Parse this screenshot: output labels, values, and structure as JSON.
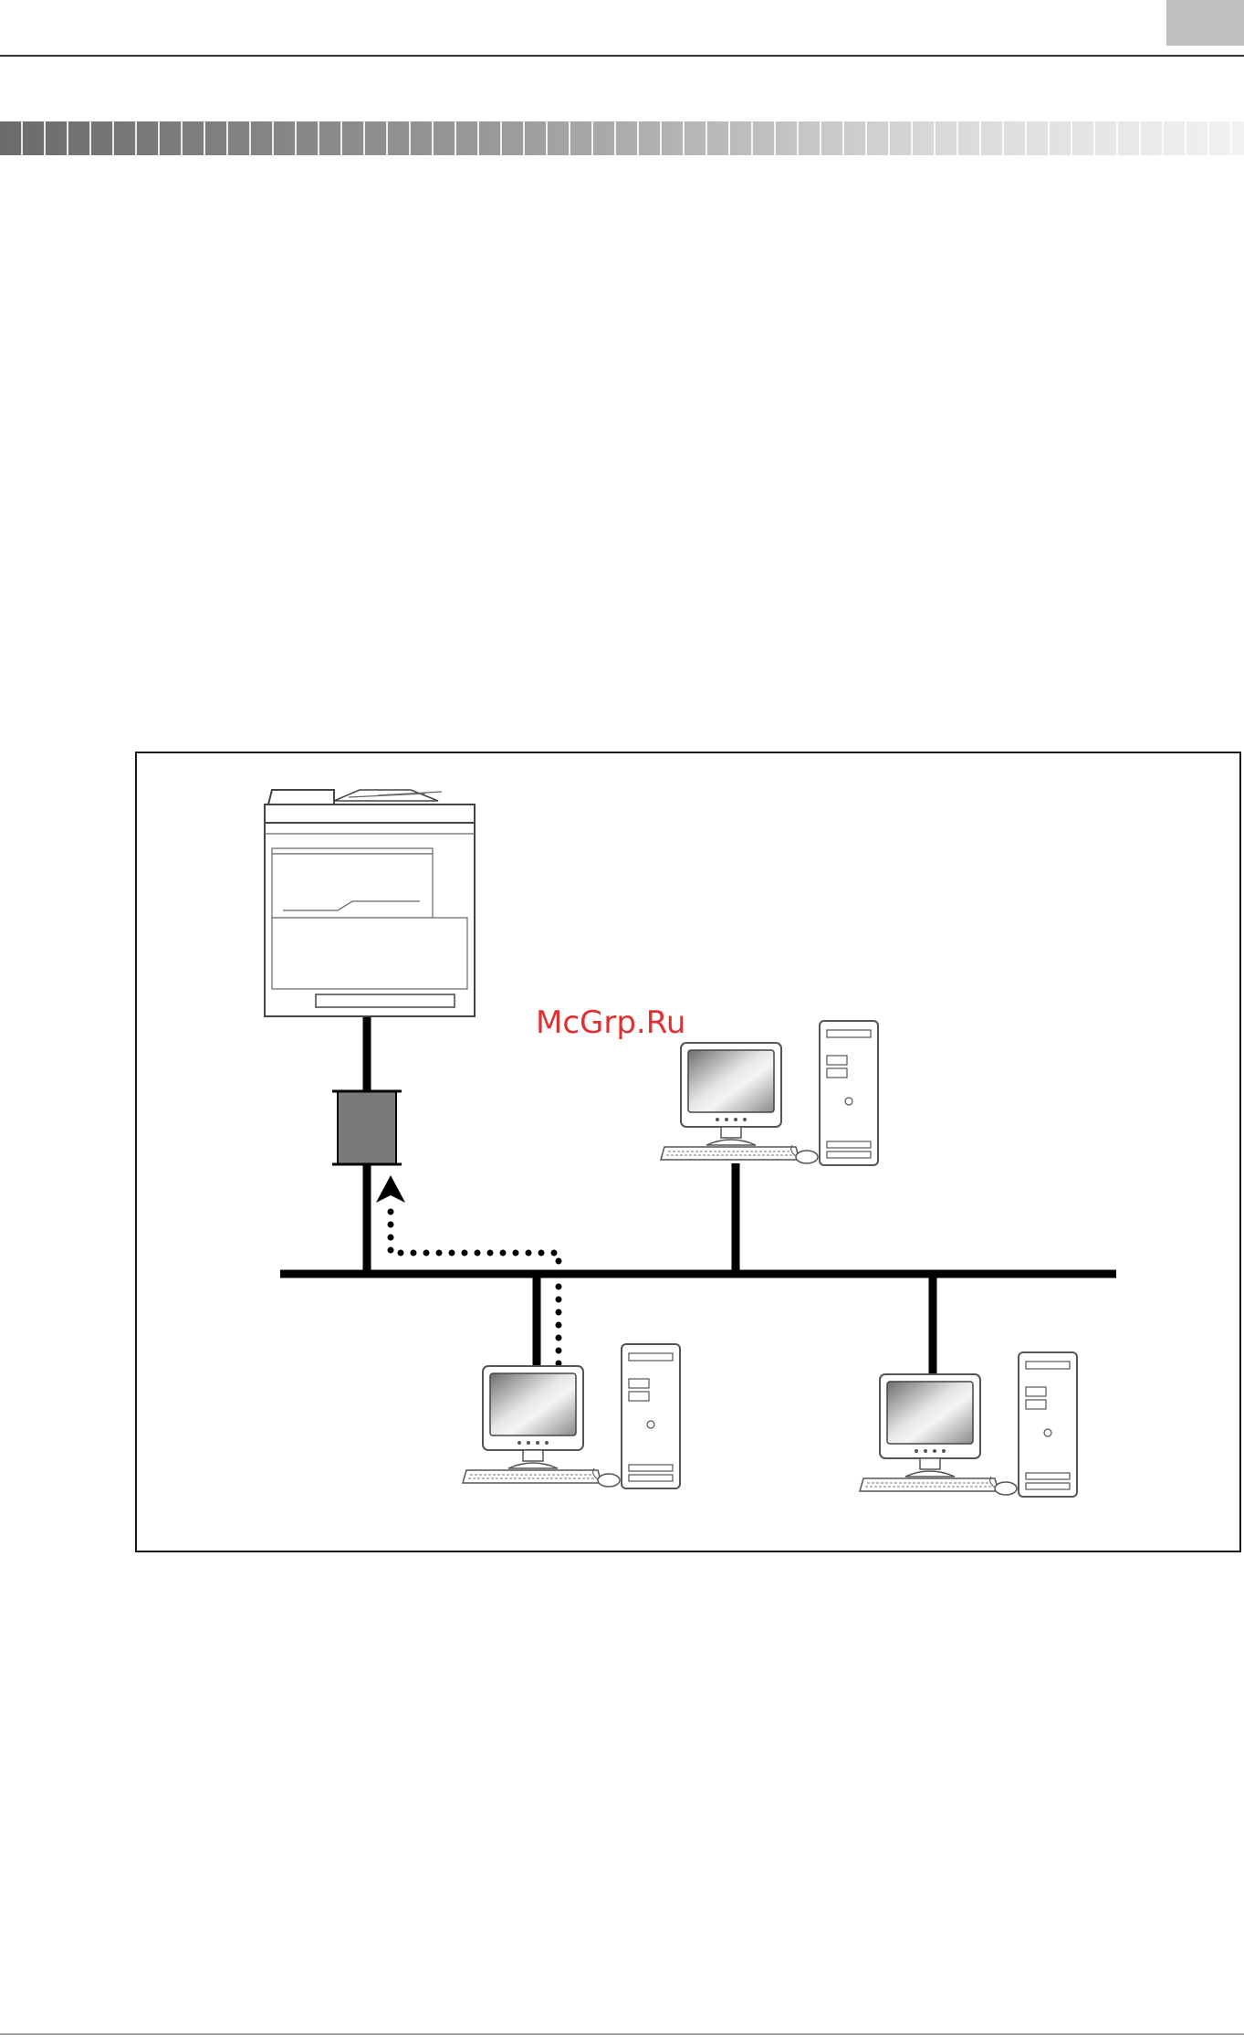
{
  "watermark": {
    "text": "McGrp.Ru",
    "color": "#e0302f"
  },
  "diagram": {
    "nodes": [
      {
        "id": "mfp",
        "icon": "multifunction-printer-icon"
      },
      {
        "id": "network-interface",
        "icon": "network-interface-box"
      },
      {
        "id": "pc-1",
        "icon": "desktop-computer-icon"
      },
      {
        "id": "pc-2",
        "icon": "desktop-computer-icon"
      },
      {
        "id": "pc-3",
        "icon": "desktop-computer-icon"
      }
    ],
    "connection": {
      "style": "dotted",
      "from": "pc-2",
      "to": "network-interface"
    }
  }
}
